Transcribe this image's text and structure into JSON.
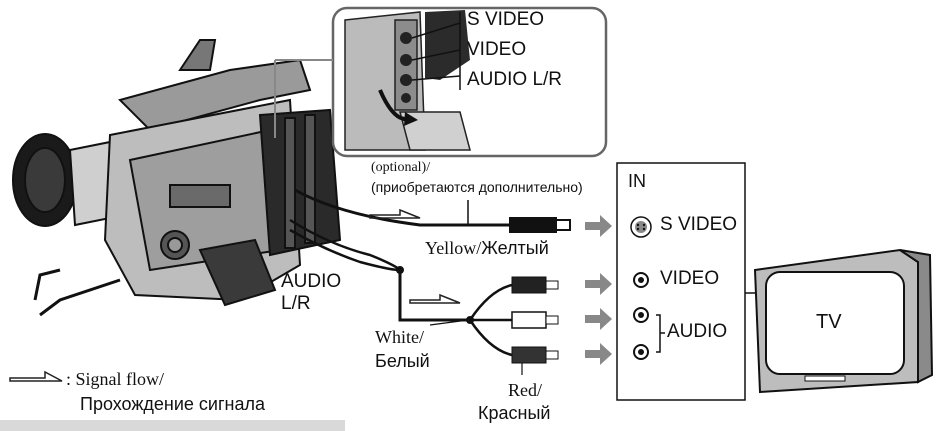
{
  "jack_labels": {
    "s_video": "S VIDEO",
    "video": "VIDEO",
    "audio_lr": "AUDIO L/R"
  },
  "camera_audio_label": {
    "line1": "AUDIO",
    "line2": "L/R"
  },
  "optional_note": {
    "line1": "(optional)/",
    "line2": "(приобретаются дополнительно)"
  },
  "cable_colors": {
    "yellow_en": "Yellow/",
    "yellow_ru": "Желтый",
    "white_en": "White/",
    "white_ru": "Белый",
    "red_en": "Red/",
    "red_ru": "Красный"
  },
  "tv_panel": {
    "title": "IN",
    "s_video": "S VIDEO",
    "video": "VIDEO",
    "audio": "AUDIO",
    "tv_label": "TV"
  },
  "legend": {
    "line1": ": Signal flow/",
    "line2": "Прохождение сигнала"
  },
  "colors": {
    "yellow_plug": "#222222",
    "white_plug": "#ffffff",
    "red_plug": "#333333",
    "flow_arrow": "#888888"
  }
}
